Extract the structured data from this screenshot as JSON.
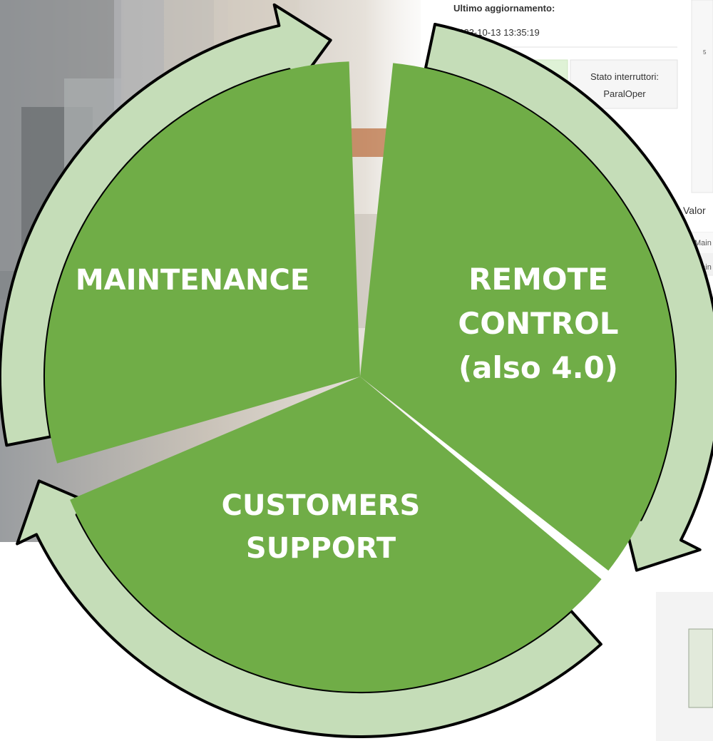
{
  "background_panel": {
    "last_update_label": "Ultimo aggiornamento:",
    "last_update_value": "2023-10-13 13:35:19",
    "switch_state_label": "Stato interruttori:",
    "switch_state_value": "ParalOper",
    "values_heading_fragment": "Valor",
    "row_fragments": [
      "Main",
      "Main",
      "in"
    ],
    "small_digit": "5"
  },
  "cycle": {
    "segments": [
      {
        "id": "maintenance",
        "lines": [
          "MAINTENANCE"
        ]
      },
      {
        "id": "remote",
        "lines": [
          "REMOTE",
          "CONTROL",
          "(also 4.0)"
        ]
      },
      {
        "id": "support",
        "lines": [
          "CUSTOMERS",
          "SUPPORT"
        ]
      }
    ],
    "colors": {
      "segment_fill": "#70AD47",
      "arrow_fill": "#C5DDB8",
      "outline": "#000000",
      "label": "#FFFFFF",
      "gap": "#FFFFFF"
    }
  }
}
